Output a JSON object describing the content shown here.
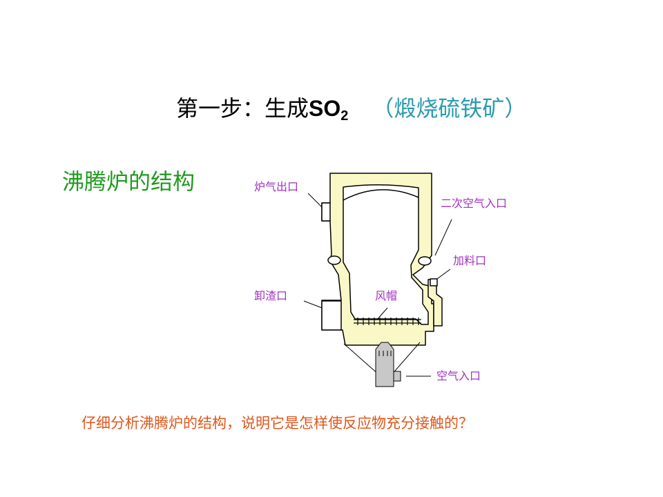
{
  "title": {
    "prefix": "第一步：生成",
    "so": "SO",
    "sub": "2",
    "paren": "（煅烧硫铁矿）"
  },
  "subtitle": "沸腾炉的结构",
  "labels": {
    "gas_outlet": "炉气出口",
    "secondary_air_inlet": "二次空气入口",
    "feed_inlet": "加料口",
    "slag_outlet": "卸渣口",
    "air_cap": "风帽",
    "air_inlet": "空气入口"
  },
  "question": "仔细分析沸腾炉的结构，说明它是怎样使反应物充分接触的？",
  "colors": {
    "wall_fill": "#fbf8c8",
    "outline": "#000000",
    "label": "#a030c0",
    "title": "#000000",
    "title_paren": "#2a9bb0",
    "subtitle": "#1f9a1f",
    "question": "#e0561b"
  }
}
